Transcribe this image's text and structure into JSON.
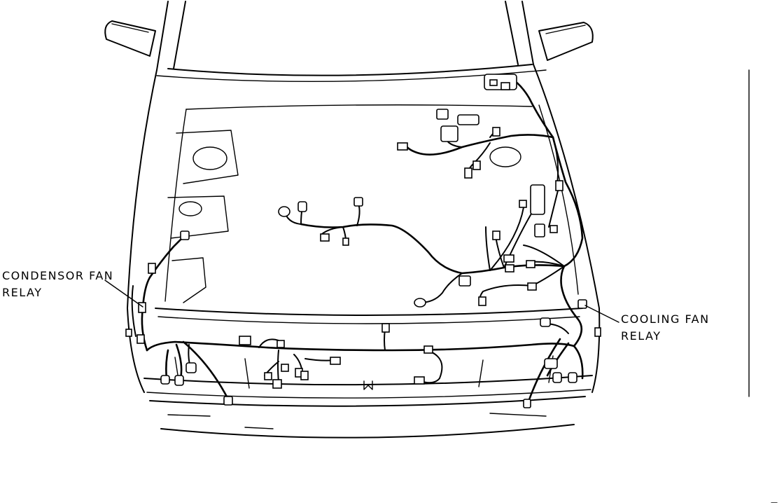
{
  "callouts": {
    "condensor_fan_relay": {
      "line1": "CONDENSOR FAN",
      "line2": "RELAY"
    },
    "cooling_fan_relay": {
      "line1": "COOLING FAN",
      "line2": "RELAY"
    }
  },
  "colors": {
    "ink": "#000000",
    "background": "#ffffff"
  }
}
